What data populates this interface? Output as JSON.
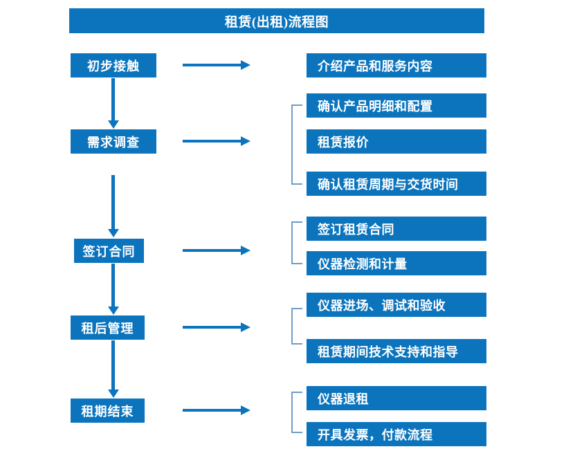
{
  "diagram": {
    "title": "租赁(出租)流程图",
    "accent_color": "#0b74bd",
    "bracket_color": "#6f9bc9",
    "text_color": "#ffffff",
    "background_color": "#ffffff"
  },
  "stages": [
    {
      "label": "初步接触"
    },
    {
      "label": "需求调查"
    },
    {
      "label": "签订合同"
    },
    {
      "label": "租后管理"
    },
    {
      "label": "租期结束"
    }
  ],
  "details": [
    {
      "label": "介绍产品和服务内容"
    },
    {
      "label": "确认产品明细和配置"
    },
    {
      "label": "租赁报价"
    },
    {
      "label": "确认租赁周期与交货时间"
    },
    {
      "label": "签订租赁合同"
    },
    {
      "label": "仪器检测和计量"
    },
    {
      "label": "仪器进场、调试和验收"
    },
    {
      "label": "租赁期间技术支持和指导"
    },
    {
      "label": "仪器退租"
    },
    {
      "label": "开具发票，付款流程"
    }
  ]
}
